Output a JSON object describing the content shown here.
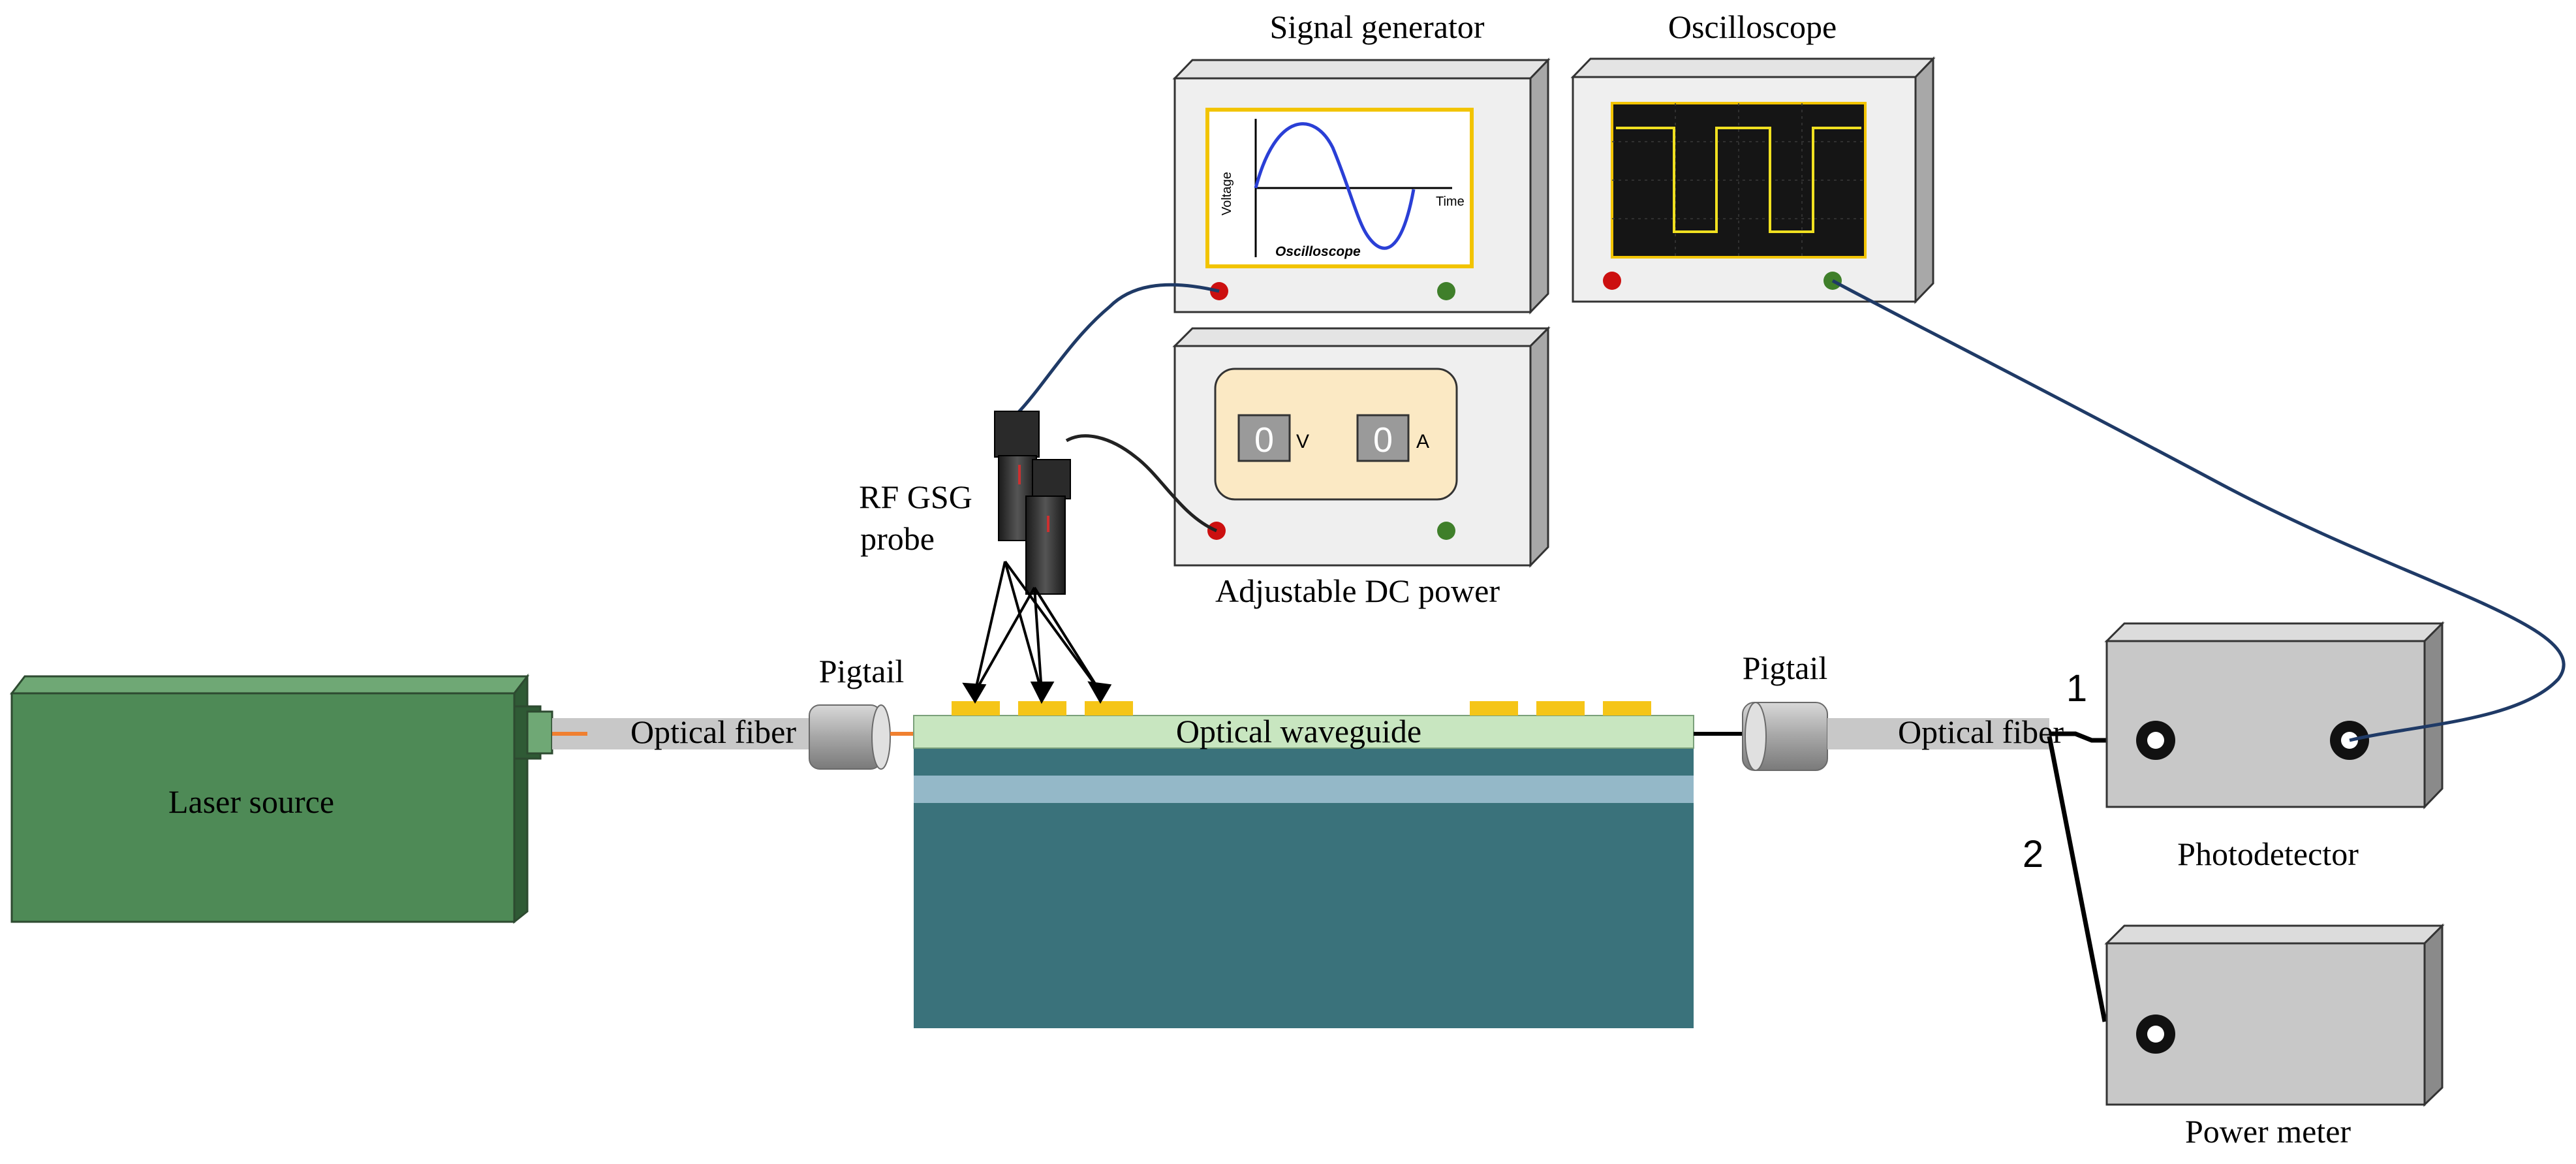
{
  "labels": {
    "signal_generator": "Signal generator",
    "oscilloscope": "Oscilloscope",
    "dc_power": "Adjustable DC power",
    "rf_probe_line1": "RF GSG",
    "rf_probe_line2": "probe",
    "pigtail_left": "Pigtail",
    "pigtail_right": "Pigtail",
    "optical_fiber_left": "Optical fiber",
    "optical_fiber_right": "Optical fiber",
    "optical_waveguide": "Optical waveguide",
    "laser_source": "Laser source",
    "photodetector": "Photodetector",
    "power_meter": "Power meter",
    "path_1": "1",
    "path_2": "2"
  },
  "signal_generator_screen": {
    "y_axis": "Voltage",
    "x_axis": "Time",
    "caption": "Oscilloscope"
  },
  "dc_power_display": {
    "voltage_value": "0",
    "voltage_unit": "V",
    "current_value": "0",
    "current_unit": "A"
  },
  "colors": {
    "laser_green": "#4e8a56",
    "substrate": "#3a727b",
    "cladding": "#94b8c8",
    "waveguide_top": "#c8e6c0",
    "electrode": "#f5c518",
    "device_face": "#c8c8c8",
    "cable": "#1f3a66",
    "port_red": "#cc1010",
    "port_green": "#3f7f2a",
    "screen_frame": "#f2c400",
    "sine": "#2a3fd6",
    "square_wave": "#f0e020"
  }
}
